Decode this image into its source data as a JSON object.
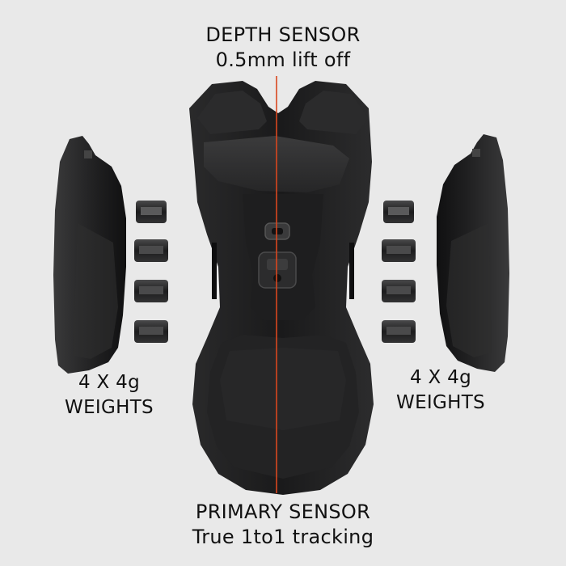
{
  "labels": {
    "depth_sensor": {
      "title": "DEPTH SENSOR",
      "detail": "0.5mm lift off"
    },
    "primary_sensor": {
      "title": "PRIMARY SENSOR",
      "detail": "True 1to1 tracking"
    },
    "weights_left": {
      "count": "4 X 4g",
      "name": "WEIGHTS"
    },
    "weights_right": {
      "count": "4 X 4g",
      "name": "WEIGHTS"
    }
  },
  "colors": {
    "background": "#e9e9e9",
    "mouse_body": "#1b1b1c",
    "sensor_line": "#d9471f"
  }
}
